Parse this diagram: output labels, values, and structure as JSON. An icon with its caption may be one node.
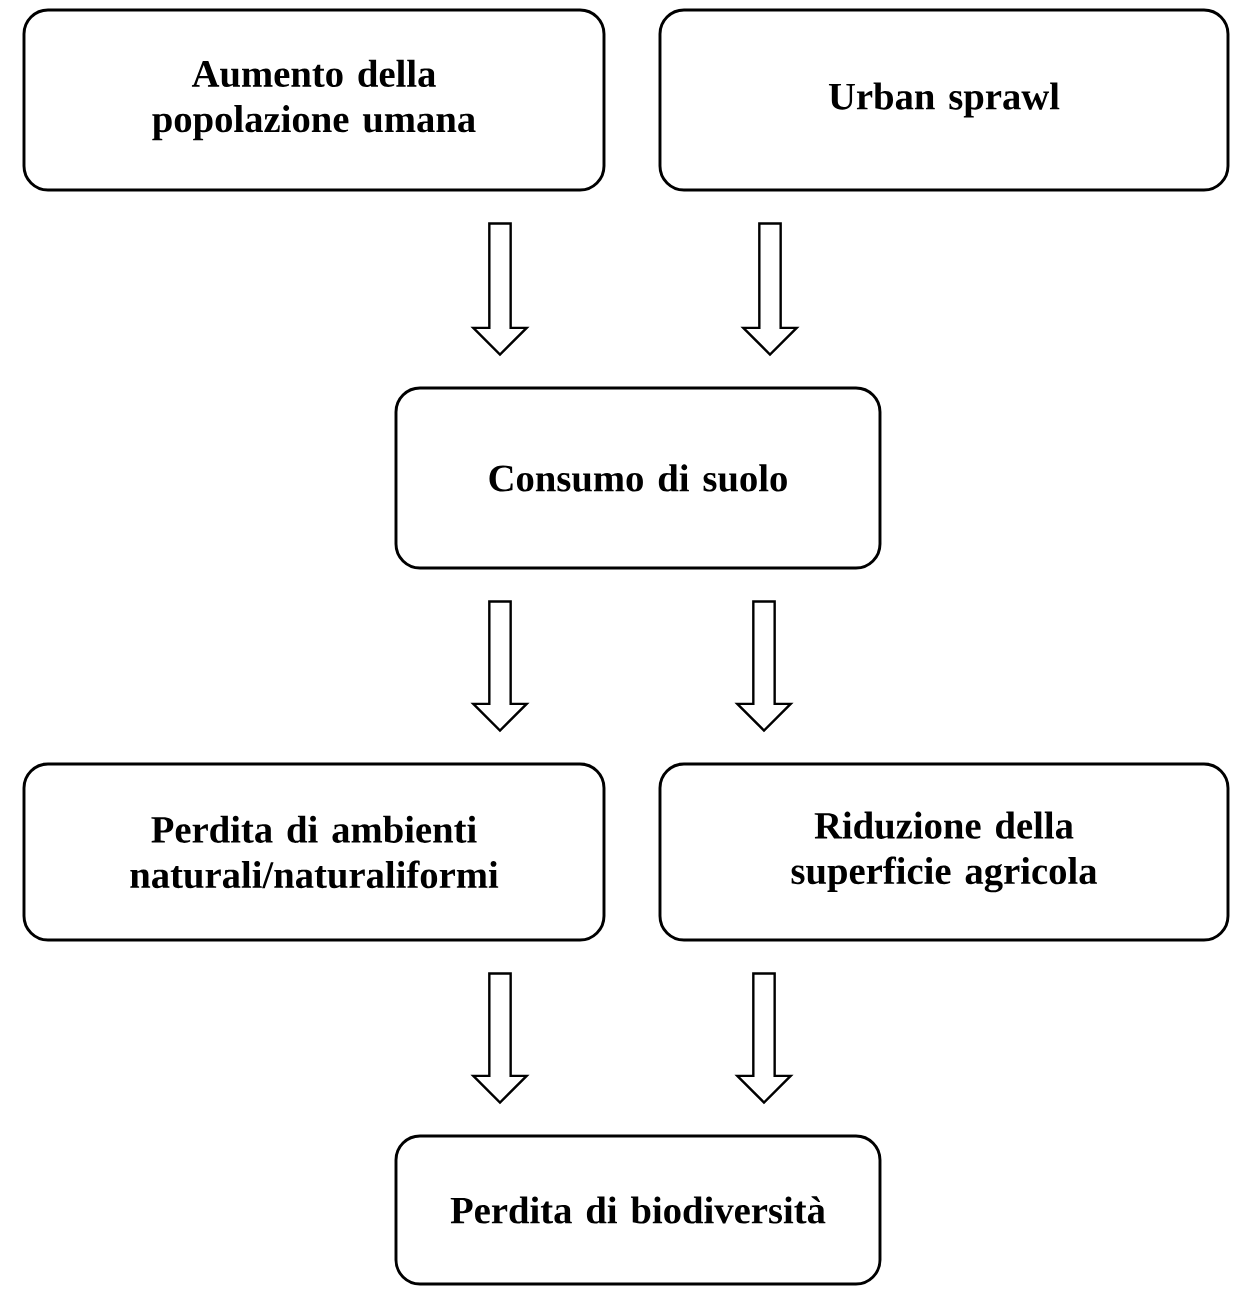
{
  "diagram": {
    "nodes": [
      {
        "text": [
          "Aumento della popolazione umana"
        ]
      },
      {
        "text": [
          "Urban sprawl"
        ]
      },
      {
        "text": [
          "Consumo di suolo"
        ]
      },
      {
        "text": [
          "Perdita di ambienti naturali/naturaliformi"
        ]
      },
      {
        "text": [
          "Riduzione della superficie agricola"
        ]
      },
      {
        "text": [
          "Perdita di biodiversità"
        ]
      }
    ],
    "edges": [
      {
        "from": 0,
        "to": 2,
        "arrow": "to"
      },
      {
        "from": 1,
        "to": 2,
        "arrow": "to"
      },
      {
        "from": 2,
        "to": 3,
        "arrow": "to"
      },
      {
        "from": 2,
        "to": 4,
        "arrow": "to"
      },
      {
        "from": 3,
        "to": 5,
        "arrow": "to"
      },
      {
        "from": 4,
        "to": 5,
        "arrow": "to"
      }
    ]
  }
}
